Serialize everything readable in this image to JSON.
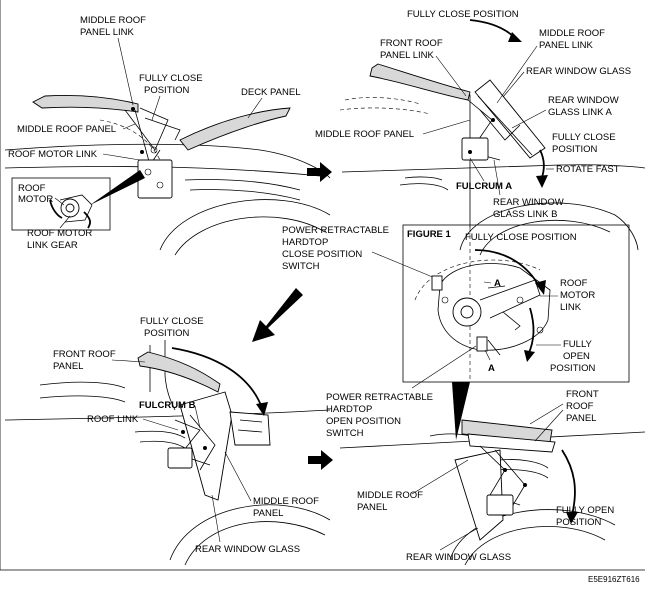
{
  "labels": {
    "p1_middle_roof_panel_link": [
      "MIDDLE ROOF",
      "PANEL LINK"
    ],
    "p1_fully_close_position": [
      "FULLY CLOSE",
      "POSITION"
    ],
    "p1_deck_panel": "DECK PANEL",
    "p1_middle_roof_panel": "MIDDLE ROOF PANEL",
    "p1_roof_motor_link": "ROOF MOTOR LINK",
    "p1_roof_motor": [
      "ROOF",
      "MOTOR"
    ],
    "p1_roof_motor_link_gear": [
      "ROOF MOTOR",
      "LINK GEAR"
    ],
    "p2_fully_close_position_top": "FULLY CLOSE POSITION",
    "p2_front_roof_panel_link": [
      "FRONT ROOF",
      "PANEL LINK"
    ],
    "p2_middle_roof_panel_link": [
      "MIDDLE ROOF",
      "PANEL LINK"
    ],
    "p2_rear_window_glass": "REAR WINDOW GLASS",
    "p2_rear_window_glass_link_a": [
      "REAR WINDOW",
      "GLASS LINK A"
    ],
    "p2_middle_roof_panel": "MIDDLE ROOF PANEL",
    "p2_fully_close_position": [
      "FULLY CLOSE",
      "POSITION"
    ],
    "p2_rotate_fast": "ROTATE FAST",
    "p2_fulcrum_a": "FULCRUM A",
    "p2_rear_window_glass_link_b": [
      "REAR WINDOW",
      "GLASS LINK B"
    ],
    "switch_close": [
      "POWER RETRACTABLE",
      "HARDTOP",
      "CLOSE POSITION",
      "SWITCH"
    ],
    "fig_title": "FIGURE 1",
    "fig_fully_close_position": "FULLY CLOSE POSITION",
    "fig_roof_motor_link": [
      "ROOF",
      "MOTOR",
      "LINK"
    ],
    "fig_fully_open_position": [
      "FULLY",
      "OPEN",
      "POSITION"
    ],
    "fig_a": "A",
    "p3_fully_close_position": [
      "FULLY CLOSE",
      "POSITION"
    ],
    "p3_front_roof_panel": [
      "FRONT ROOF",
      "PANEL"
    ],
    "p3_fulcrum_b": "FULCRUM B",
    "p3_roof_link": "ROOF LINK",
    "p3_middle_roof_panel": [
      "MIDDLE ROOF",
      "PANEL"
    ],
    "p3_rear_window_glass": "REAR WINDOW GLASS",
    "switch_open": [
      "POWER RETRACTABLE",
      "HARDTOP",
      "OPEN POSITION",
      "SWITCH"
    ],
    "p4_front_roof_panel": [
      "FRONT",
      "ROOF",
      "PANEL"
    ],
    "p4_middle_roof_panel": [
      "MIDDLE ROOF",
      "PANEL"
    ],
    "p4_fully_open_position": [
      "FULLY OPEN",
      "POSITION"
    ],
    "p4_rear_window_glass": "REAR WINDOW GLASS",
    "drawing_code": "E5E916ZT616"
  }
}
